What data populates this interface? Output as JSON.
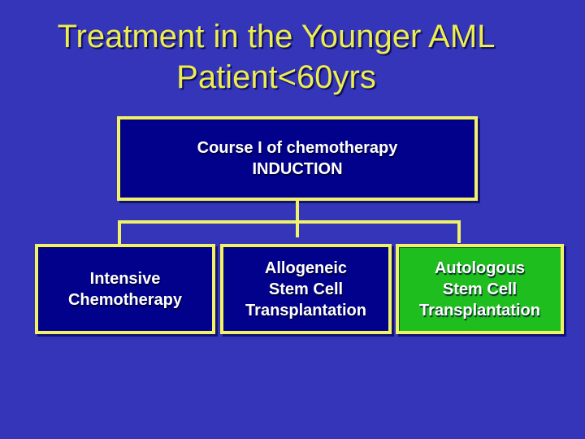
{
  "slide": {
    "title": {
      "line1": "Treatment in the Younger AML",
      "line2": "Patient<60yrs"
    },
    "flowchart": {
      "root": {
        "line1": "Course I of chemotherapy",
        "line2": "INDUCTION"
      },
      "children": [
        {
          "id": "intensive-chemotherapy",
          "variant": "navy",
          "lines": [
            "Intensive",
            "Chemotherapy"
          ]
        },
        {
          "id": "allogeneic-sct",
          "variant": "navy",
          "lines": [
            "Allogeneic",
            "Stem Cell",
            "Transplantation"
          ]
        },
        {
          "id": "autologous-sct",
          "variant": "green",
          "lines": [
            "Autologous",
            "Stem Cell",
            "Transplantation"
          ]
        }
      ]
    },
    "colors": {
      "background": "#3535BA",
      "box_navy": "#01018C",
      "box_green": "#1FBE1F",
      "border_yellow": "#F2F26A",
      "title_yellow": "#EDED4F",
      "box_text": "#FFFFFF"
    }
  }
}
